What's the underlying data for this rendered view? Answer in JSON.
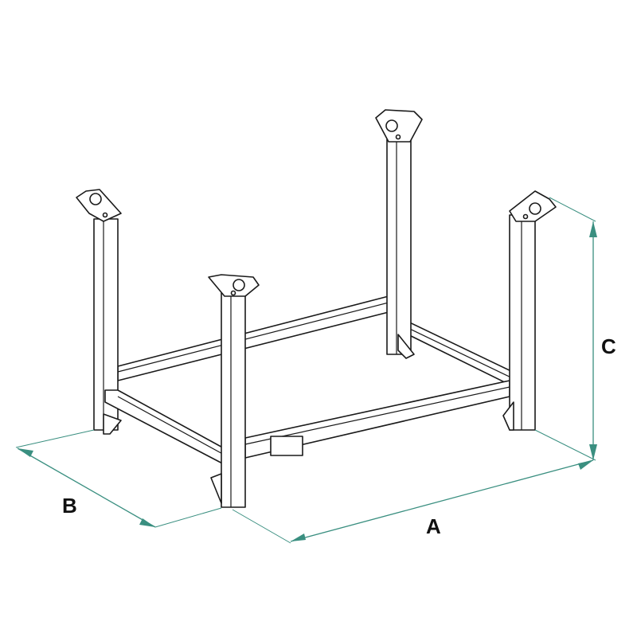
{
  "dimensions": {
    "length_label": "A",
    "width_label": "B",
    "height_label": "C"
  },
  "colors": {
    "dimension_line": "#3a8f80",
    "outline": "#1a1a1a"
  }
}
